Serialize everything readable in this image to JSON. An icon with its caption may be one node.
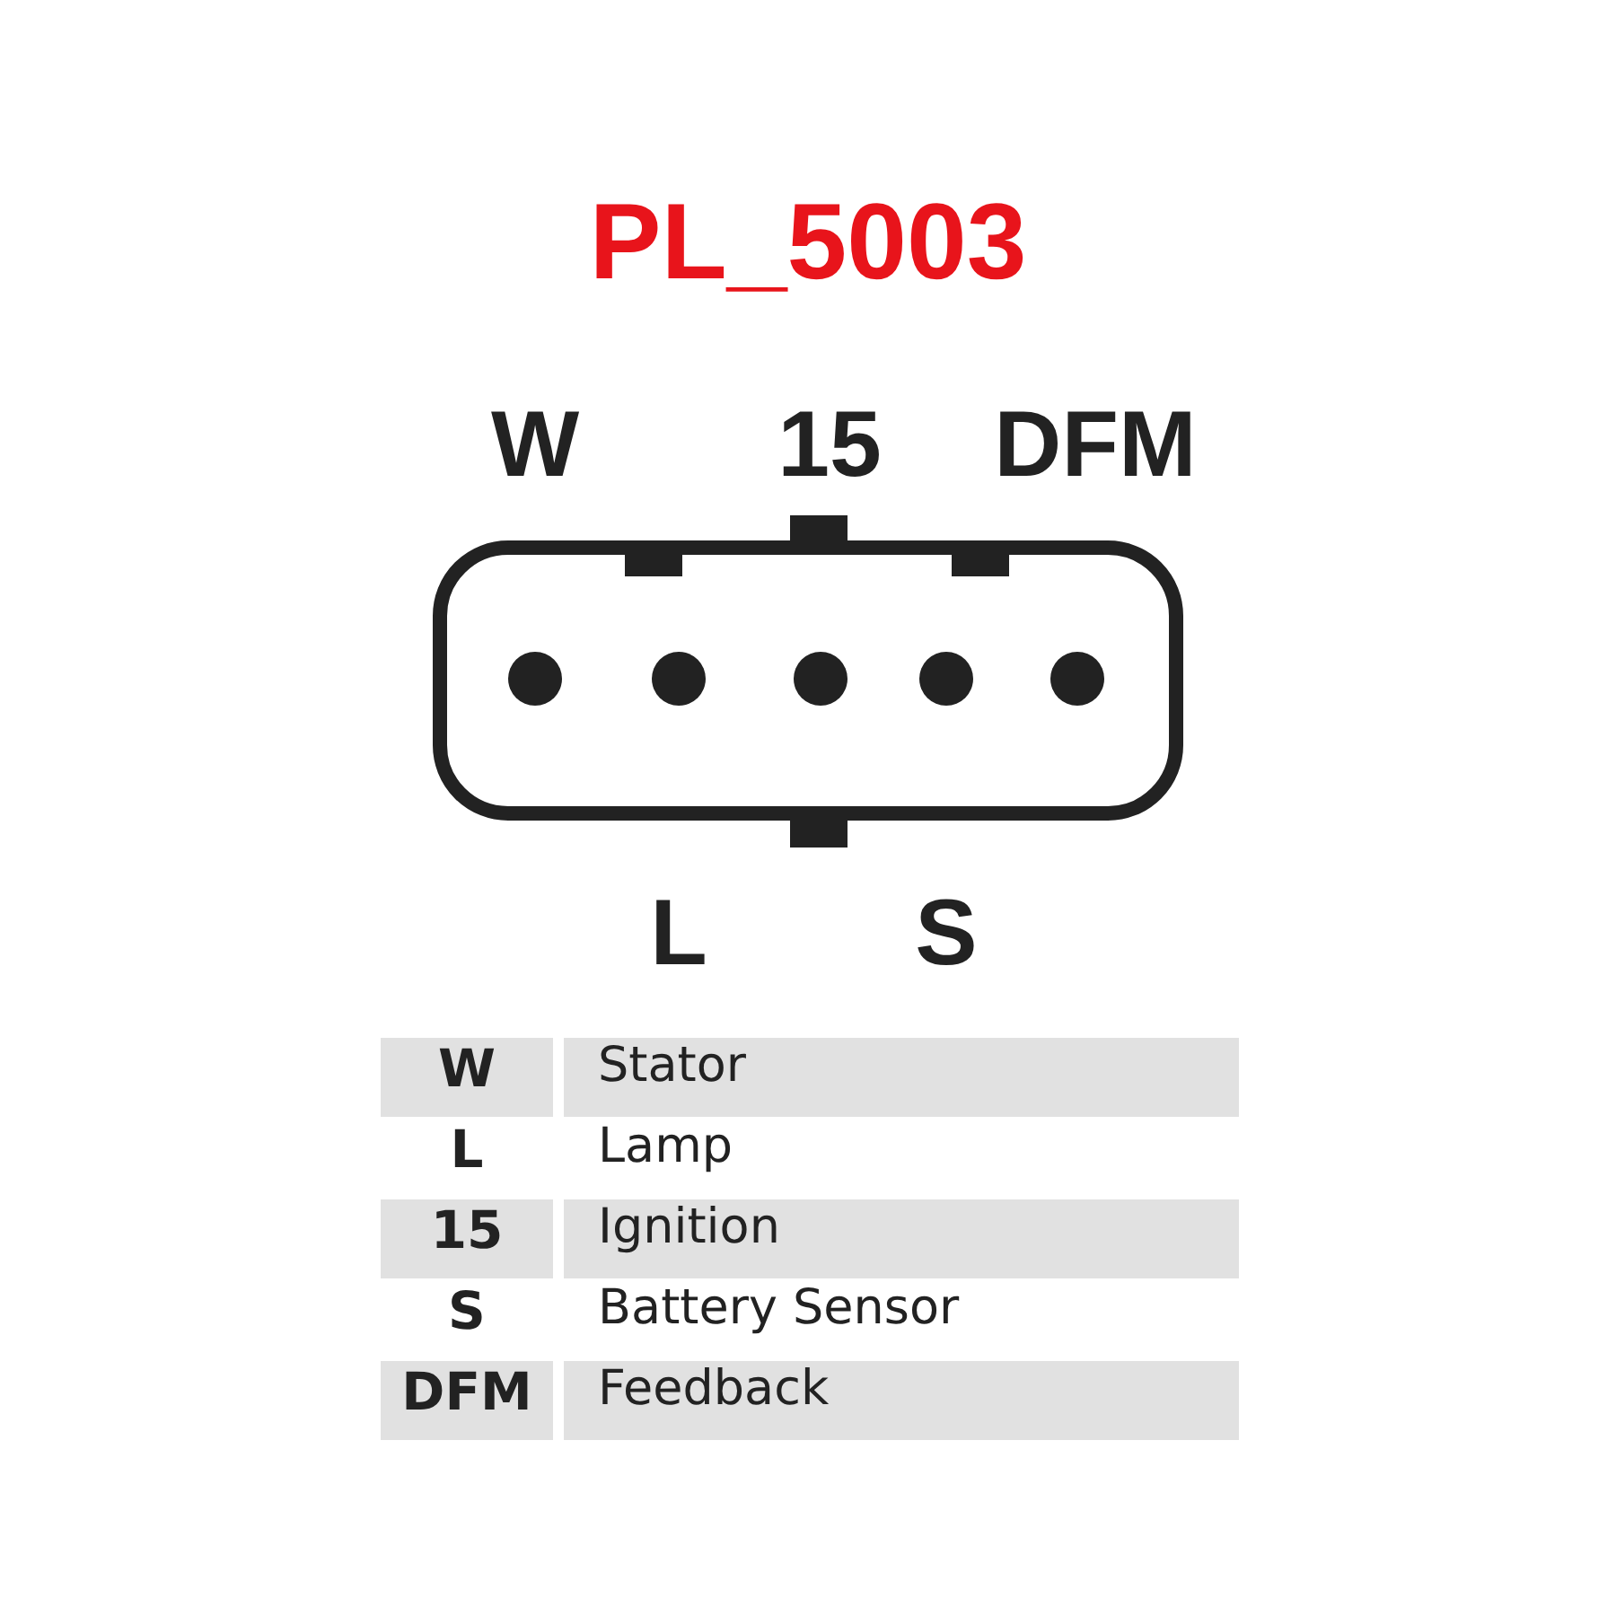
{
  "diagram": {
    "title": "PL_5003",
    "labels": [
      "W",
      "15",
      "DFM",
      "L",
      "S",
      "W",
      "Stator",
      "L",
      "Lamp",
      "15",
      "Ignition",
      "S",
      "Battery Sensor",
      "DFM",
      "Feedback"
    ]
  }
}
